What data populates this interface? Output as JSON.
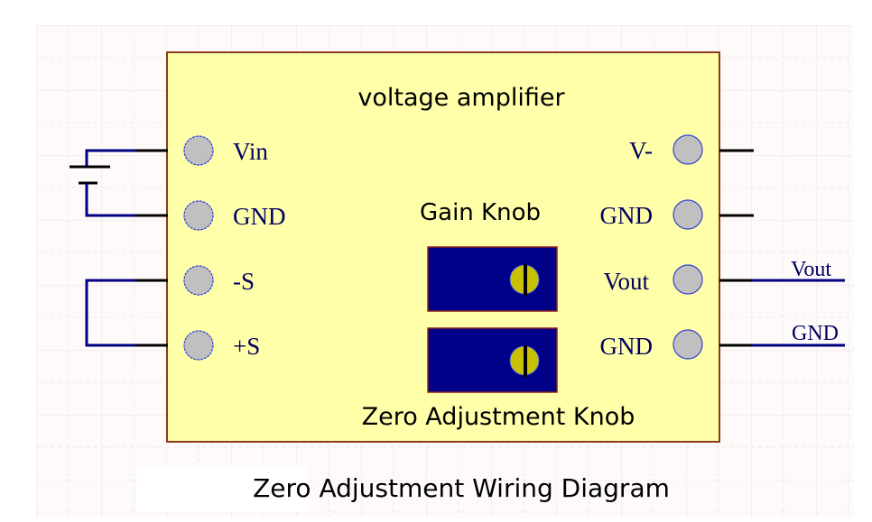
{
  "module": {
    "title": "voltage amplifier",
    "gain_knob_label": "Gain Knob",
    "zero_knob_label": "Zero Adjustment Knob",
    "left_pins": [
      {
        "label": "Vin"
      },
      {
        "label": "GND"
      },
      {
        "label": "-S"
      },
      {
        "label": "+S"
      }
    ],
    "right_pins": [
      {
        "label": "V-"
      },
      {
        "label": "GND"
      },
      {
        "label": "Vout"
      },
      {
        "label": "GND"
      }
    ]
  },
  "external_nets": {
    "vout_label": "Vout",
    "gnd_label": "GND",
    "battery": "battery-symbol",
    "sense_loop": "-S to +S shorted"
  },
  "caption": "Zero Adjustment Wiring Diagram",
  "colors": {
    "module_fill": "#FFFFAA",
    "module_border": "#8B3A1A",
    "wire": "#000080",
    "pin_fill": "#C0C0C0",
    "knob_body": "#000088",
    "knob_screw": "#C8C000",
    "label_text": "#000060"
  }
}
